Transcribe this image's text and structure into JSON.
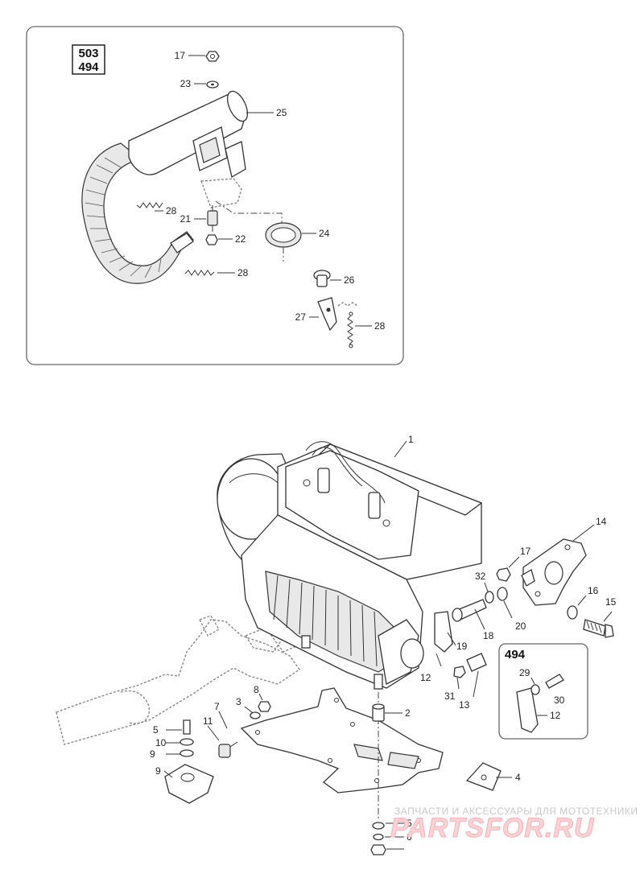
{
  "inset_box": {
    "models": [
      "503",
      "494"
    ],
    "callouts": [
      "17",
      "23",
      "25",
      "28",
      "21",
      "22",
      "24",
      "28",
      "26",
      "27",
      "28"
    ]
  },
  "main_callouts": [
    "1",
    "14",
    "17",
    "32",
    "16",
    "15",
    "20",
    "18",
    "19",
    "12",
    "31",
    "13",
    "2",
    "8",
    "3",
    "7",
    "11",
    "5",
    "10",
    "9",
    "9",
    "4",
    "5",
    "6"
  ],
  "sub_box": {
    "model": "494",
    "callouts": [
      "29",
      "30",
      "12"
    ]
  },
  "watermark": {
    "text": "ЗАПЧАСТИ И АКСЕССУАРЫ ДЛЯ МОТОТЕХНИКИ",
    "logo": "PARTSFOR.RU"
  }
}
